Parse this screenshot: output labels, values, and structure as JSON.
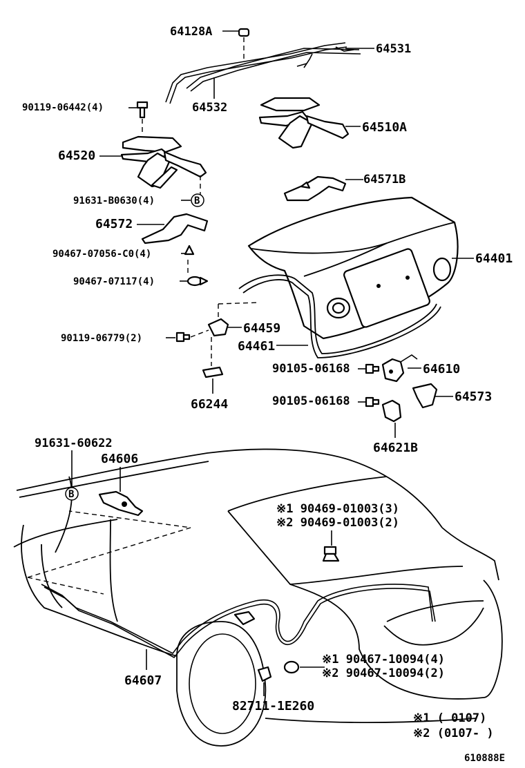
{
  "labels": {
    "p64128A": "64128A",
    "p64531": "64531",
    "p64532": "64532",
    "p90119_06442": "90119-06442(4)",
    "p64510A": "64510A",
    "p64520": "64520",
    "p64571B": "64571B",
    "p91631_B0630": "91631-B0630(4)",
    "p64572": "64572",
    "p64401": "64401",
    "p90467_07056": "90467-07056-C0(4)",
    "p90467_07117": "90467-07117(4)",
    "p64459": "64459",
    "p90119_06779": "90119-06779(2)",
    "p64461": "64461",
    "p90105_06168_a": "90105-06168",
    "p64610": "64610",
    "p66244": "66244",
    "p90105_06168_b": "90105-06168",
    "p64573": "64573",
    "p64621B": "64621B",
    "p91631_60622": "91631-60622",
    "p64606": "64606",
    "p90469_01003_1": "※1 90469-01003(3)",
    "p90469_01003_2": "※2 90469-01003(2)",
    "p90467_10094_1": "※1 90467-10094(4)",
    "p90467_10094_2": "※2 90467-10094(2)",
    "p64607": "64607",
    "p82711_1E260": "82711-1E260",
    "note1": "※1 (     0107)",
    "note2": "※2 (0107-     )",
    "diagram_id": "610888E",
    "marker_b": "B"
  }
}
